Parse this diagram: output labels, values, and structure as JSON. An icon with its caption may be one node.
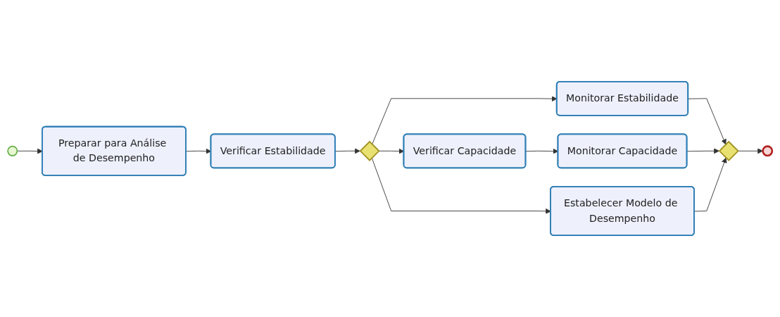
{
  "diagram": {
    "nodes": [
      {
        "text": [],
        "shape": "circle"
      },
      {
        "text": [
          "Preparar para Análise de Desempenho"
        ]
      },
      {
        "text": [
          "Verificar Estabilidade"
        ]
      },
      {
        "text": [],
        "shape": "diamond"
      },
      {
        "text": [
          "Monitorar Estabilidade"
        ]
      },
      {
        "text": [
          "Verificar Capacidade"
        ]
      },
      {
        "text": [
          "Monitorar Capacidade"
        ]
      },
      {
        "text": [
          "Estabelecer Modelo de Desempenho"
        ]
      },
      {
        "text": [],
        "shape": "diamond"
      },
      {
        "text": [],
        "shape": "circle"
      }
    ],
    "edges": [
      {
        "from": 0,
        "to": 1,
        "arrow": "to"
      },
      {
        "from": 1,
        "to": 2,
        "arrow": "to"
      },
      {
        "from": 2,
        "to": 3,
        "arrow": "to"
      },
      {
        "from": 3,
        "to": 4,
        "arrow": "to"
      },
      {
        "from": 3,
        "to": 5,
        "arrow": "to"
      },
      {
        "from": 5,
        "to": 6,
        "arrow": "to"
      },
      {
        "from": 3,
        "to": 7,
        "arrow": "to"
      },
      {
        "from": 4,
        "to": 8,
        "arrow": "to"
      },
      {
        "from": 6,
        "to": 8,
        "arrow": "to"
      },
      {
        "from": 7,
        "to": 8,
        "arrow": "to"
      },
      {
        "from": 8,
        "to": 9,
        "arrow": "to"
      }
    ]
  }
}
